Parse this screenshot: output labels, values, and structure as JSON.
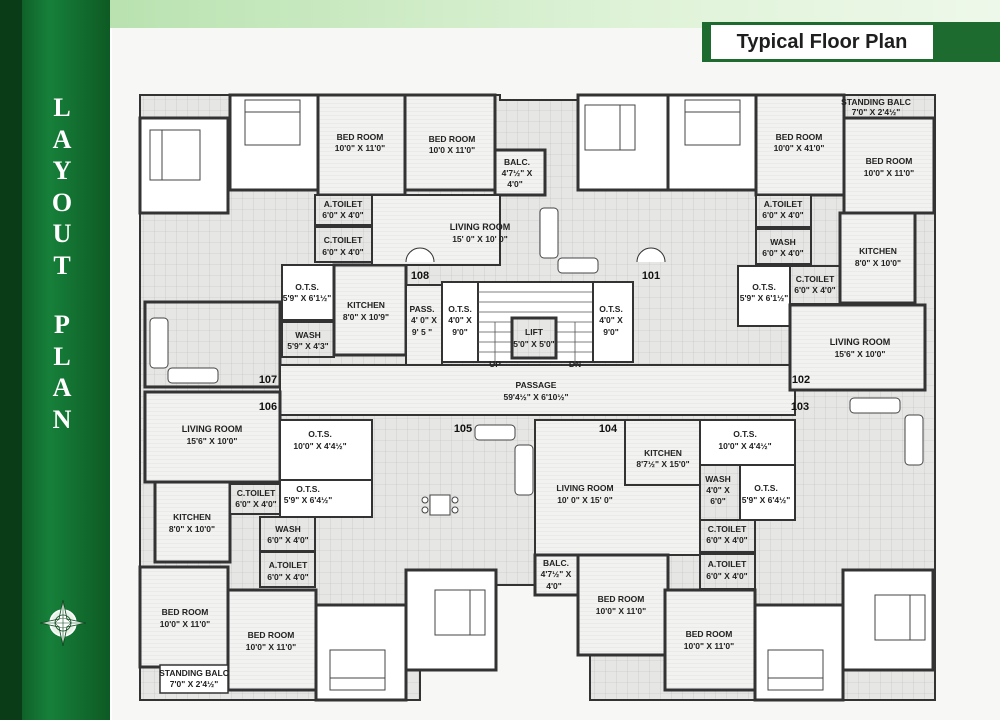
{
  "sidebar": {
    "title_line1": [
      "L",
      "A",
      "Y",
      "O",
      "U",
      "T"
    ],
    "title_line2": [
      "P",
      "L",
      "A",
      "N"
    ]
  },
  "header": {
    "title": "Typical Floor Plan"
  },
  "rooms": [
    {
      "id": "bed-tl-2",
      "name": "BED ROOM",
      "size": "10'0\" X 11'0\""
    },
    {
      "id": "bed-tl-3",
      "name": "BED ROOM",
      "size": "10'0 X 11'0\""
    },
    {
      "id": "balc-top",
      "name": "BALC.",
      "size1": "4'7½\" X",
      "size2": "4'0\""
    },
    {
      "id": "atoilet-tl",
      "name": "A.TOILET",
      "size": "6'0\" X 4'0\""
    },
    {
      "id": "ctoilet-tl",
      "name": "C.TOILET",
      "size": "6'0\" X 4'0\""
    },
    {
      "id": "living-108",
      "name": "LIVING ROOM",
      "size": "15' 0\" X 10' 0\""
    },
    {
      "id": "ots-tl",
      "name": "O.T.S.",
      "size": "5'9\" X 6'1½\""
    },
    {
      "id": "kitchen-tl",
      "name": "KITCHEN",
      "size": "8'0\" X 10'9\""
    },
    {
      "id": "wash-tl",
      "name": "WASH",
      "size": "5'9\" X 4'3\""
    },
    {
      "id": "pass",
      "name": "PASS.",
      "size1": "4' 0\" X",
      "size2": "9' 5 \""
    },
    {
      "id": "ots-c1",
      "name": "O.T.S.",
      "size1": "4'0\" X",
      "size2": "9'0\""
    },
    {
      "id": "lift",
      "name": "LIFT",
      "size": "5'0\" X 5'0\""
    },
    {
      "id": "ots-c2",
      "name": "O.T.S.",
      "size1": "4'0\" X",
      "size2": "9'0\""
    },
    {
      "id": "passage",
      "name": "PASSAGE",
      "size": "59'4½\" X 6'10½\""
    },
    {
      "id": "standing-balc-tr",
      "name": "STANDING BALC",
      "size": "7'0\" X 2'4½\""
    },
    {
      "id": "bed-tr-1",
      "name": "BED ROOM",
      "size": "10'0\" X 41'0\""
    },
    {
      "id": "bed-tr-2",
      "name": "BED ROOM",
      "size": "10'0\" X 11'0\""
    },
    {
      "id": "atoilet-tr",
      "name": "A.TOILET",
      "size": "6'0\" X 4'0\""
    },
    {
      "id": "wash-tr",
      "name": "WASH",
      "size": "6'0\" X 4'0\""
    },
    {
      "id": "kitchen-tr",
      "name": "KITCHEN",
      "size": "8'0\" X 10'0\""
    },
    {
      "id": "ctoilet-tr",
      "name": "C.TOILET",
      "size": "6'0\" X 4'0\""
    },
    {
      "id": "ots-tr",
      "name": "O.T.S.",
      "size": "5'9\" X 6'1½\""
    },
    {
      "id": "living-102",
      "name": "LIVING ROOM",
      "size": "15'6\" X 10'0\""
    },
    {
      "id": "living-106",
      "name": "LIVING ROOM",
      "size": "15'6\" X 10'0\""
    },
    {
      "id": "ots-bl1",
      "name": "O.T.S.",
      "size": "10'0\" X 4'4½\""
    },
    {
      "id": "ots-bl2",
      "name": "O.T.S.",
      "size": "5'9\" X 6'4½\""
    },
    {
      "id": "kitchen-bl",
      "name": "KITCHEN",
      "size": "8'0\" X 10'0\""
    },
    {
      "id": "ctoilet-bl",
      "name": "C.TOILET",
      "size": "6'0\" X 4'0\""
    },
    {
      "id": "wash-bl",
      "name": "WASH",
      "size": "6'0\" X 4'0\""
    },
    {
      "id": "atoilet-bl",
      "name": "A.TOILET",
      "size": "6'0\" X 4'0\""
    },
    {
      "id": "bed-bl-1",
      "name": "BED ROOM",
      "size": "10'0\" X 11'0\""
    },
    {
      "id": "bed-bl-2",
      "name": "BED ROOM",
      "size": "10'0\" X 11'0\""
    },
    {
      "id": "standing-balc-bl",
      "name": "STANDING BALC",
      "size": "7'0\" X 2'4½\""
    },
    {
      "id": "living-104",
      "name": "LIVING ROOM",
      "size": "10' 0\" X 15' 0\""
    },
    {
      "id": "kitchen-br",
      "name": "KITCHEN",
      "size": "8'7½\" X 15'0\""
    },
    {
      "id": "wash-br",
      "name": "WASH",
      "size1": "4'0\" X",
      "size2": "6'0\""
    },
    {
      "id": "ots-br1",
      "name": "O.T.S.",
      "size": "10'0\" X 4'4½\""
    },
    {
      "id": "ots-br2",
      "name": "O.T.S.",
      "size": "5'9\" X 6'4½\""
    },
    {
      "id": "ctoilet-br",
      "name": "C.TOILET",
      "size": "6'0\" X 4'0\""
    },
    {
      "id": "atoilet-br",
      "name": "A.TOILET",
      "size": "6'0\" X 4'0\""
    },
    {
      "id": "balc-bot",
      "name": "BALC.",
      "size1": "4'7½\" X",
      "size2": "4'0\""
    },
    {
      "id": "bed-br-1",
      "name": "BED ROOM",
      "size": "10'0\" X 11'0\""
    },
    {
      "id": "bed-br-2",
      "name": "BED ROOM",
      "size": "10'0\" X 11'0\""
    }
  ],
  "flats": [
    "108",
    "101",
    "107",
    "102",
    "106",
    "103",
    "105",
    "104"
  ],
  "stairs": {
    "up": "UP",
    "down": "DN"
  }
}
